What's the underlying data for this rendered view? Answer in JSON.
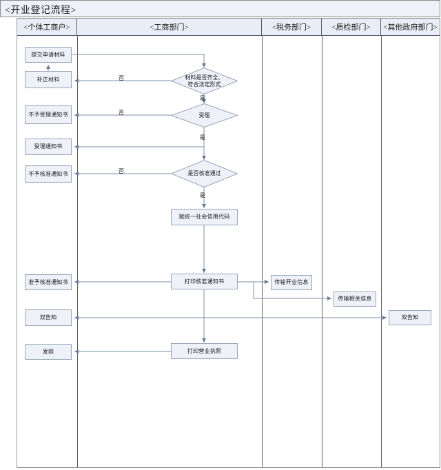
{
  "diagram": {
    "title": "<开业登记流程>",
    "type": "cross-functional-flowchart",
    "lanes": [
      {
        "id": "applicant",
        "label": "<个体工商户>"
      },
      {
        "id": "aic",
        "label": "<工商部门>"
      },
      {
        "id": "tax",
        "label": "<税务部门>"
      },
      {
        "id": "quality",
        "label": "<质检部门>"
      },
      {
        "id": "other",
        "label": "<其他政府部门>"
      }
    ],
    "nodes": [
      {
        "id": "n1",
        "lane": "applicant",
        "shape": "box",
        "label": "提交申请材料"
      },
      {
        "id": "n2",
        "lane": "applicant",
        "shape": "box",
        "label": "补正材料"
      },
      {
        "id": "n3",
        "lane": "applicant",
        "shape": "box",
        "label": "不予受理通知书"
      },
      {
        "id": "n4",
        "lane": "applicant",
        "shape": "box",
        "label": "受理通知书"
      },
      {
        "id": "n5",
        "lane": "applicant",
        "shape": "box",
        "label": "不予核准通知书"
      },
      {
        "id": "n6",
        "lane": "applicant",
        "shape": "box",
        "label": "准予核准通知书"
      },
      {
        "id": "n7",
        "lane": "applicant",
        "shape": "box",
        "label": "双告知"
      },
      {
        "id": "n8",
        "lane": "applicant",
        "shape": "box",
        "label": "发照"
      },
      {
        "id": "d1",
        "lane": "aic",
        "shape": "diamond",
        "label": "材料是否齐全、符合法定形式"
      },
      {
        "id": "d2",
        "lane": "aic",
        "shape": "diamond",
        "label": "受理"
      },
      {
        "id": "d3",
        "lane": "aic",
        "shape": "diamond",
        "label": "是否核准通过"
      },
      {
        "id": "n9",
        "lane": "aic",
        "shape": "box",
        "label": "赋统一社会信用代码"
      },
      {
        "id": "n10",
        "lane": "aic",
        "shape": "box",
        "label": "打印核准通知书"
      },
      {
        "id": "n11",
        "lane": "aic",
        "shape": "box",
        "label": "打印营业执照"
      },
      {
        "id": "n12",
        "lane": "tax",
        "shape": "box",
        "label": "传输开业信息"
      },
      {
        "id": "n13",
        "lane": "quality",
        "shape": "box",
        "label": "传输相关信息"
      },
      {
        "id": "n14",
        "lane": "other",
        "shape": "box",
        "label": "双告知"
      }
    ],
    "edge_labels": {
      "no_1": "否",
      "yes_1": "是",
      "no_2": "否",
      "yes_2": "是",
      "no_3": "否",
      "yes_3": "是"
    }
  },
  "colors": {
    "node_fill": "#eef1f8",
    "node_stroke": "#9aa3b8",
    "lane_header_fill": "#e9edf5",
    "frame_stroke": "#8c8c8c",
    "lane_stroke": "#5a5a6e",
    "edge_stroke": "#7f8ca3",
    "text": "#15181f"
  }
}
